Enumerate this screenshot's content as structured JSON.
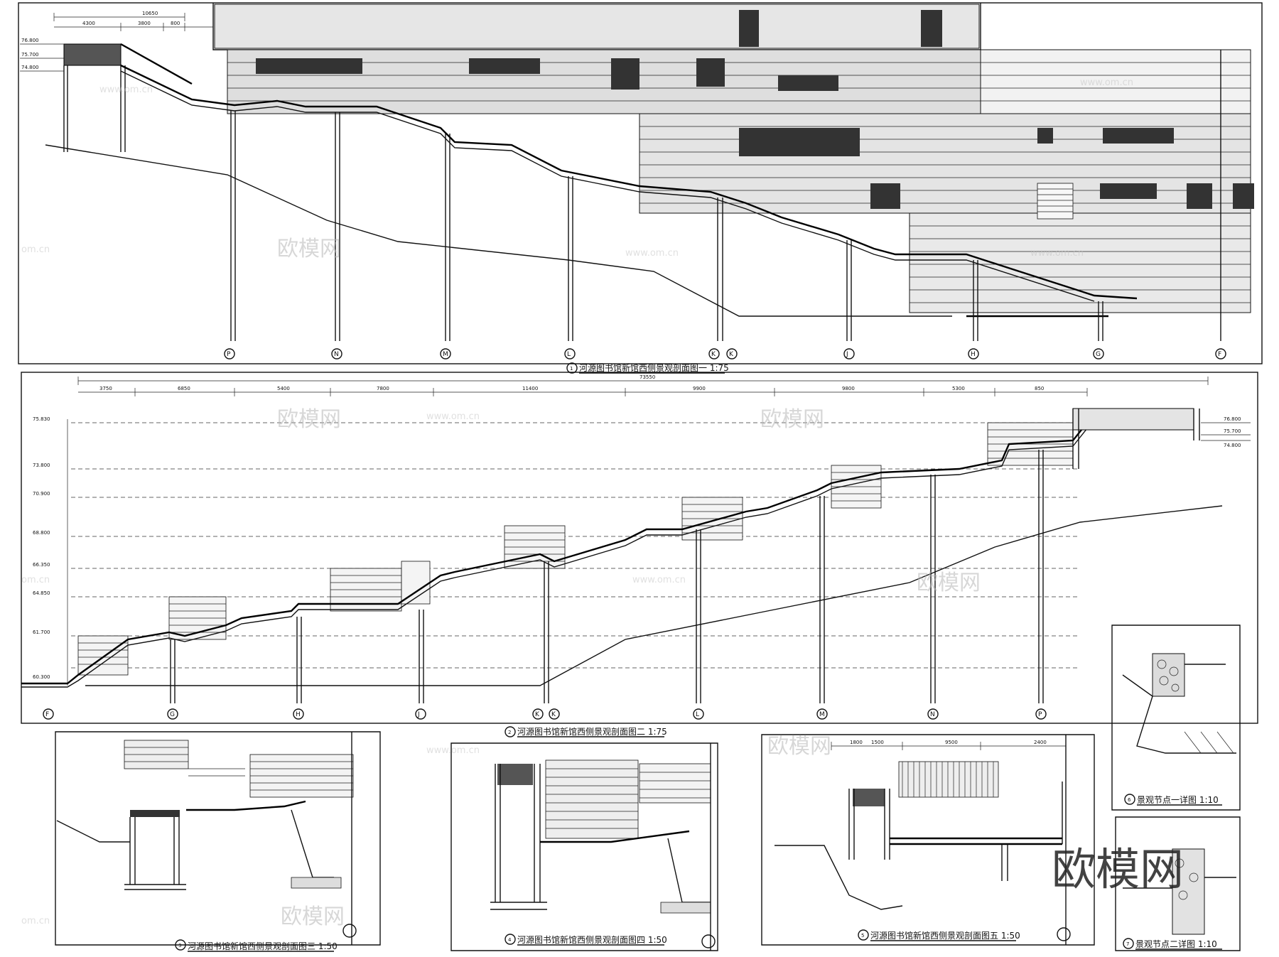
{
  "titles": {
    "section1": "河源图书馆新馆西侧景观剖面图一 1:75",
    "section2": "河源图书馆新馆西侧景观剖面图二 1:75",
    "section3": "河源图书馆新馆西侧景观剖面图三 1:50",
    "section4": "河源图书馆新馆西侧景观剖面图四 1:50",
    "section5": "河源图书馆新馆西侧景观剖面图五 1:50",
    "detail1": "景观节点一详图 1:10",
    "detail2": "景观节点二详图 1:10"
  },
  "title_marks": {
    "section1": "1",
    "section2": "2",
    "section3": "3",
    "section4": "4",
    "section5": "5",
    "detail1": "6",
    "detail2": "7"
  },
  "grid_labels_top": [
    "P",
    "N",
    "M",
    "L",
    "K",
    "K",
    "J",
    "H",
    "G",
    "F"
  ],
  "grid_labels_mid": [
    "F",
    "G",
    "H",
    "J",
    "K",
    "K",
    "L",
    "M",
    "N",
    "P"
  ],
  "dims_top": [
    "10650",
    "4300",
    "3800",
    "800"
  ],
  "dims_mid": [
    "3750",
    "6850",
    "5400",
    "7800",
    "11400",
    "9900",
    "9800",
    "5300",
    "850",
    "73550"
  ],
  "dims_sec5": [
    "1800",
    "1500",
    "9500",
    "2400"
  ],
  "elevations_top": [
    "76.800",
    "75.700",
    "74.800"
  ],
  "elevations_mid": [
    "75.830",
    "73.800",
    "70.900",
    "68.800",
    "66.350",
    "64.850",
    "61.700",
    "60.300"
  ],
  "elevations_mid_right": [
    "76.800",
    "75.700",
    "74.800"
  ],
  "watermark_brand": "欧模网",
  "watermark_url": "www.om.cn",
  "watermark_side": "om.cn"
}
